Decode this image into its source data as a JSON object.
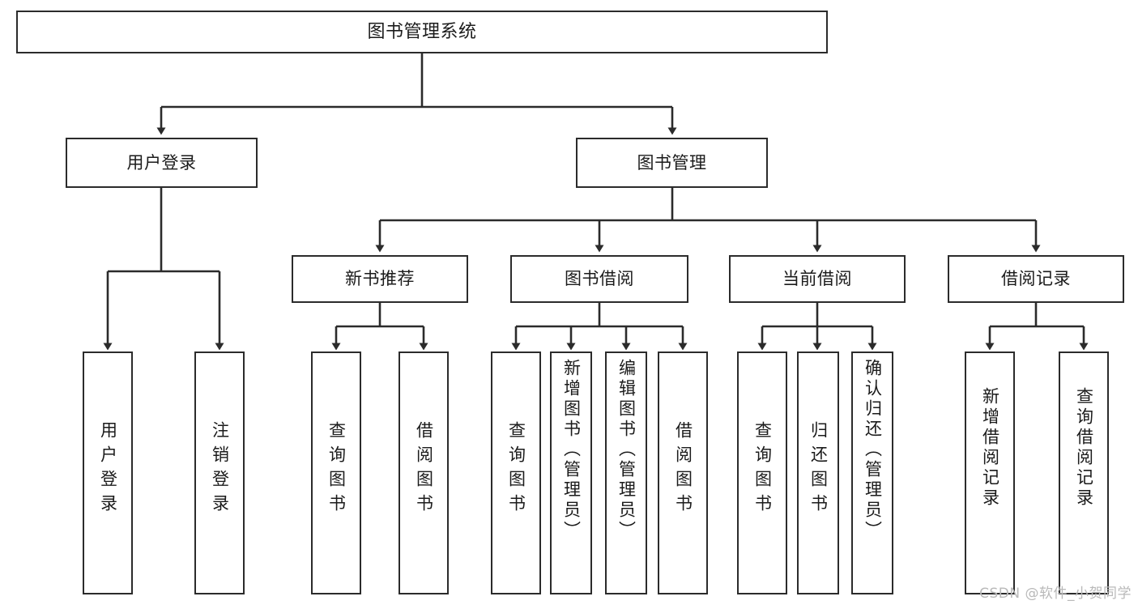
{
  "diagram": {
    "title": "图书管理系统",
    "type": "hierarchy-tree",
    "watermark": "CSDN @软件_小贺同学",
    "accent_color": "#2b2b2b",
    "background_color": "#ffffff",
    "levels": {
      "root": {
        "label": "图书管理系统"
      },
      "level2": [
        {
          "id": "user-login",
          "label": "用户登录"
        },
        {
          "id": "book-management",
          "label": "图书管理"
        }
      ],
      "level3": [
        {
          "id": "new-book-recommend",
          "label": "新书推荐",
          "parent": "book-management"
        },
        {
          "id": "book-borrow",
          "label": "图书借阅",
          "parent": "book-management"
        },
        {
          "id": "current-borrow",
          "label": "当前借阅",
          "parent": "book-management"
        },
        {
          "id": "borrow-record",
          "label": "借阅记录",
          "parent": "book-management"
        }
      ],
      "leaves": [
        {
          "id": "leaf-user-login",
          "label": "用户登录",
          "parent": "user-login"
        },
        {
          "id": "leaf-logout-login",
          "label": "注销登录",
          "parent": "user-login"
        },
        {
          "id": "leaf-query-book-1",
          "label": "查询图书",
          "parent": "new-book-recommend"
        },
        {
          "id": "leaf-borrow-book-1",
          "label": "借阅图书",
          "parent": "new-book-recommend"
        },
        {
          "id": "leaf-query-book-2",
          "label": "查询图书",
          "parent": "book-borrow"
        },
        {
          "id": "leaf-add-book",
          "label": "新增图书（管理员）",
          "parent": "book-borrow"
        },
        {
          "id": "leaf-edit-book",
          "label": "编辑图书（管理员）",
          "parent": "book-borrow"
        },
        {
          "id": "leaf-borrow-book-2",
          "label": "借阅图书",
          "parent": "book-borrow"
        },
        {
          "id": "leaf-query-book-3",
          "label": "查询图书",
          "parent": "current-borrow"
        },
        {
          "id": "leaf-return-book",
          "label": "归还图书",
          "parent": "current-borrow"
        },
        {
          "id": "leaf-confirm-return",
          "label": "确认归还（管理员）",
          "parent": "current-borrow"
        },
        {
          "id": "leaf-add-record",
          "label": "新增借阅记录",
          "parent": "borrow-record"
        },
        {
          "id": "leaf-query-record",
          "label": "查询借阅记录",
          "parent": "borrow-record"
        }
      ]
    }
  }
}
